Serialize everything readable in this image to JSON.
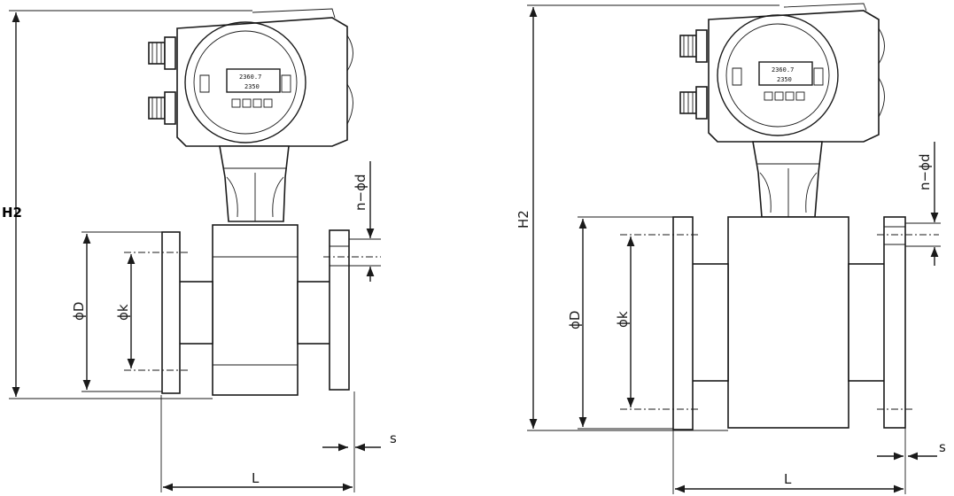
{
  "left_view": {
    "label_H2": "H2",
    "label_D": "ϕD",
    "label_k": "ϕk",
    "label_nd": "n−ϕd",
    "label_L": "L",
    "label_s": "s",
    "display_line1": "2360.7",
    "display_line2": "2350"
  },
  "right_view": {
    "label_H2": "H2",
    "label_D": "ϕD",
    "label_k": "ϕk",
    "label_nd": "n−ϕd",
    "label_L": "L",
    "label_s": "s",
    "display_line1": "2360.7",
    "display_line2": "2350"
  },
  "colors": {
    "ink": "#1a1a1a",
    "paper": "#ffffff"
  }
}
